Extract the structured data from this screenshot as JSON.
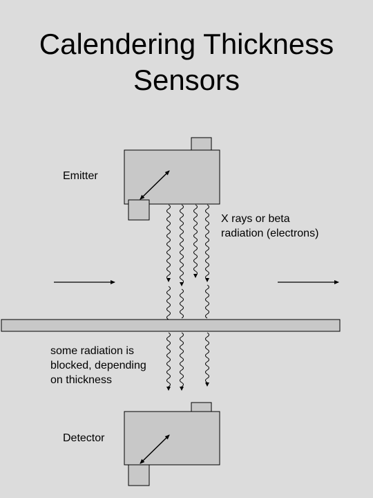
{
  "slide": {
    "title_line1": "Calendering Thickness",
    "title_line2": "Sensors"
  },
  "labels": {
    "emitter": "Emitter",
    "radiation_line1": "X rays or beta",
    "radiation_line2": "radiation (electrons)",
    "blocked_line1": "some radiation is",
    "blocked_line2": "blocked, depending",
    "blocked_line3": "on thickness",
    "detector": "Detector"
  },
  "colors": {
    "background": "#dcdcdc",
    "device_fill": "#c8c8c8",
    "stroke": "#000000"
  }
}
